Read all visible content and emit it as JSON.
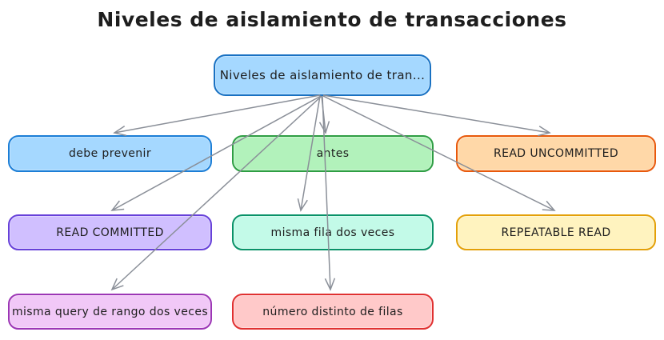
{
  "title": "Niveles de aislamiento de transacciones",
  "colors": {
    "ink": "#1e1e1e",
    "edge": "#8a8f98",
    "background": "#ffffff"
  },
  "diagram": {
    "type": "mindmap",
    "nodes": {
      "root": {
        "label": "Niveles de aislamiento de tran...",
        "fill": "#a5d8ff",
        "stroke": "#1971c2"
      },
      "debe_prevenir": {
        "label": "debe prevenir",
        "fill": "#a5d8ff",
        "stroke": "#1c7ed6"
      },
      "antes": {
        "label": "antes",
        "fill": "#b2f2bb",
        "stroke": "#2f9e44"
      },
      "read_uncommitted": {
        "label": "READ UNCOMMITTED",
        "fill": "#ffd8a8",
        "stroke": "#e8590c"
      },
      "read_committed": {
        "label": "READ COMMITTED",
        "fill": "#d0bfff",
        "stroke": "#6741d9"
      },
      "misma_fila": {
        "label": "misma fila dos veces",
        "fill": "#c3fae8",
        "stroke": "#099268"
      },
      "repeatable_read": {
        "label": "REPEATABLE READ",
        "fill": "#fff3bf",
        "stroke": "#e3a008"
      },
      "misma_query": {
        "label": "misma query de rango dos veces",
        "fill": "#f1c8f7",
        "stroke": "#9c36b5"
      },
      "numero_distinto": {
        "label": "número distinto de filas",
        "fill": "#ffc9c9",
        "stroke": "#e03131"
      }
    },
    "edges": [
      {
        "from": "root",
        "to": "debe_prevenir"
      },
      {
        "from": "root",
        "to": "antes"
      },
      {
        "from": "root",
        "to": "read_uncommitted"
      },
      {
        "from": "root",
        "to": "read_committed"
      },
      {
        "from": "root",
        "to": "misma_fila"
      },
      {
        "from": "root",
        "to": "repeatable_read"
      },
      {
        "from": "root",
        "to": "misma_query"
      },
      {
        "from": "root",
        "to": "numero_distinto"
      }
    ]
  }
}
